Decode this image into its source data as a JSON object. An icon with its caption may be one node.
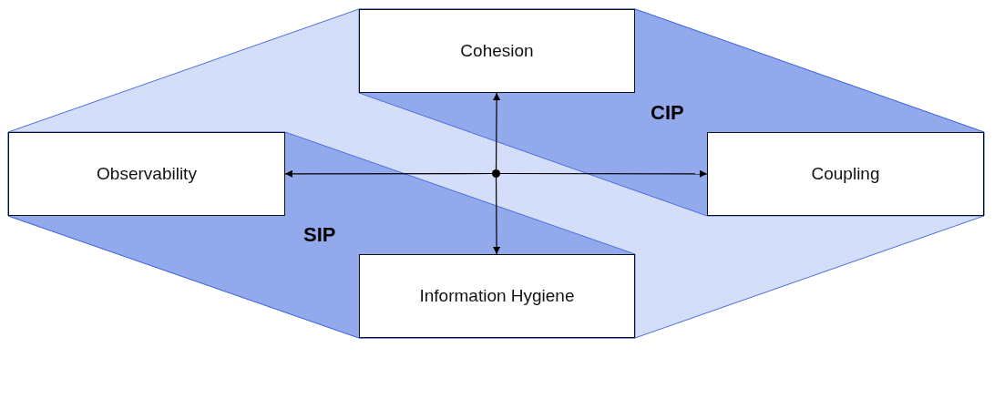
{
  "diagram": {
    "nodes": [
      {
        "text": [
          "Cohesion"
        ]
      },
      {
        "text": [
          "Observability"
        ]
      },
      {
        "text": [
          "Coupling"
        ]
      },
      {
        "text": [
          "Information Hygiene"
        ]
      },
      {
        "text": [],
        "shape": "circle"
      }
    ],
    "edges": [
      {
        "from": 4,
        "to": 0,
        "arrow": "to"
      },
      {
        "from": 4,
        "to": 1,
        "arrow": "to"
      },
      {
        "from": 4,
        "to": 2,
        "arrow": "to"
      },
      {
        "from": 4,
        "to": 3,
        "arrow": "to"
      }
    ],
    "labels": [
      "CIP",
      "SIP"
    ]
  }
}
